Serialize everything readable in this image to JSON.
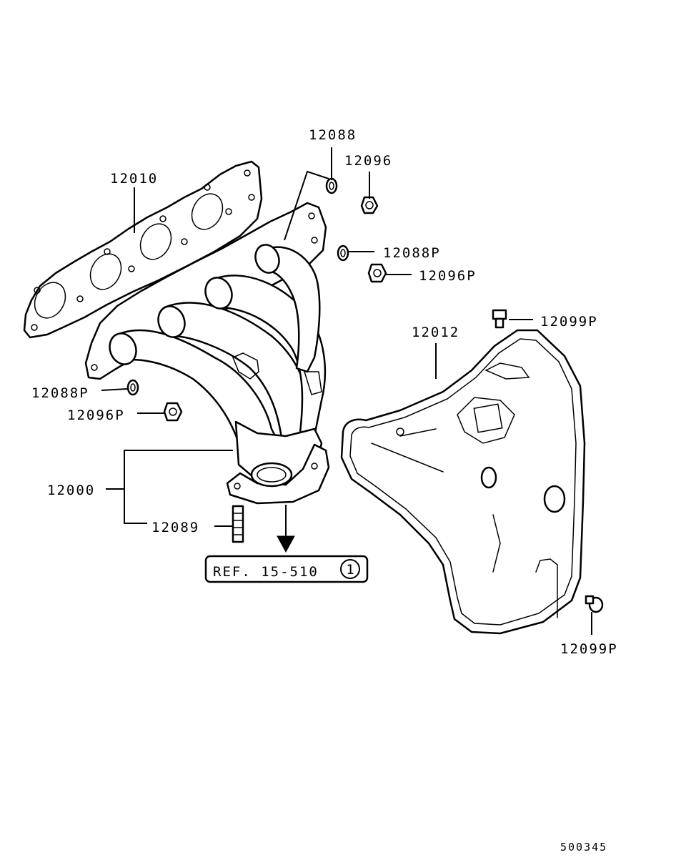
{
  "labels": {
    "p12088_top": "12088",
    "p12096_top": "12096",
    "p12010": "12010",
    "p12088p_right": "12088P",
    "p12096p_right": "12096P",
    "p12099p_top": "12099P",
    "p12012": "12012",
    "p12088p_left": "12088P",
    "p12096p_left": "12096P",
    "p12000": "12000",
    "p12089": "12089",
    "p12099p_bottom": "12099P"
  },
  "reference": {
    "text": "REF. 15-510",
    "circle_number": "1"
  },
  "diagram_id": "500345"
}
